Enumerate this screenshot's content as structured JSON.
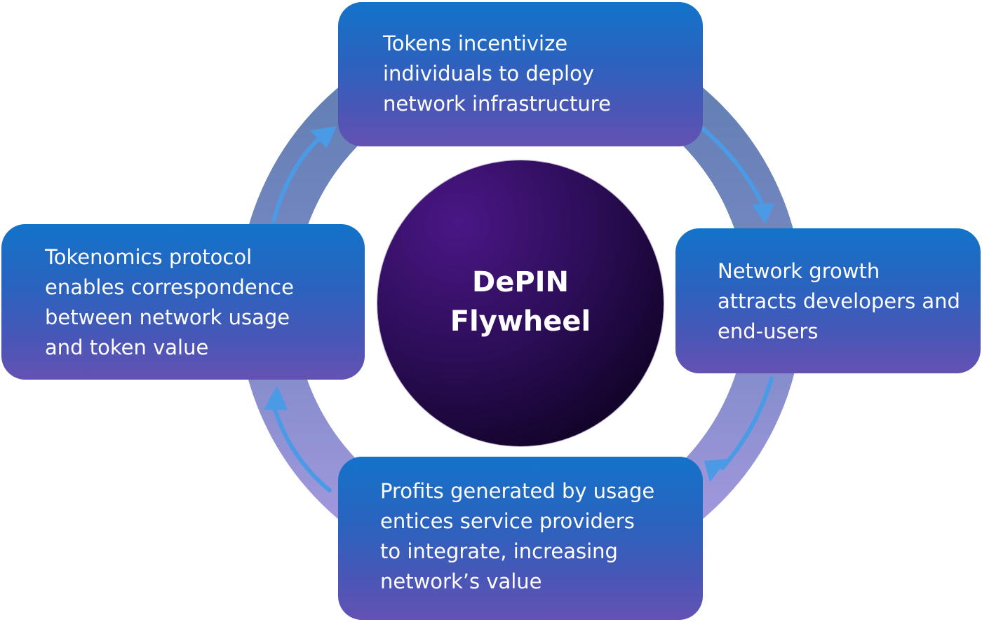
{
  "diagram": {
    "type": "flywheel-cycle",
    "center": {
      "title_lines": [
        "DePIN",
        "Flywheel"
      ]
    },
    "steps": [
      {
        "id": "top",
        "lines": [
          "Tokens incentivize",
          "individuals to deploy",
          "network infrastructure"
        ]
      },
      {
        "id": "right",
        "lines": [
          "Network growth",
          "attracts developers and",
          "end-users"
        ]
      },
      {
        "id": "bottom",
        "lines": [
          "Profits generated by usage",
          "entices service providers",
          "to integrate, increasing",
          "network’s value"
        ]
      },
      {
        "id": "left",
        "lines": [
          "Tokenomics protocol",
          "enables correspondence",
          "between network usage",
          "and token value"
        ]
      }
    ],
    "flow_direction": "clockwise",
    "colors": {
      "card_top": "#1373c9",
      "card_bottom": "#6452b4",
      "ring_top": "#5f7eb1",
      "ring_bottom": "#a89ae2",
      "arrow": "#4a9ae6",
      "center_dark": "#0a0220",
      "center_light": "#4a1786",
      "text": "#ffffff"
    }
  }
}
